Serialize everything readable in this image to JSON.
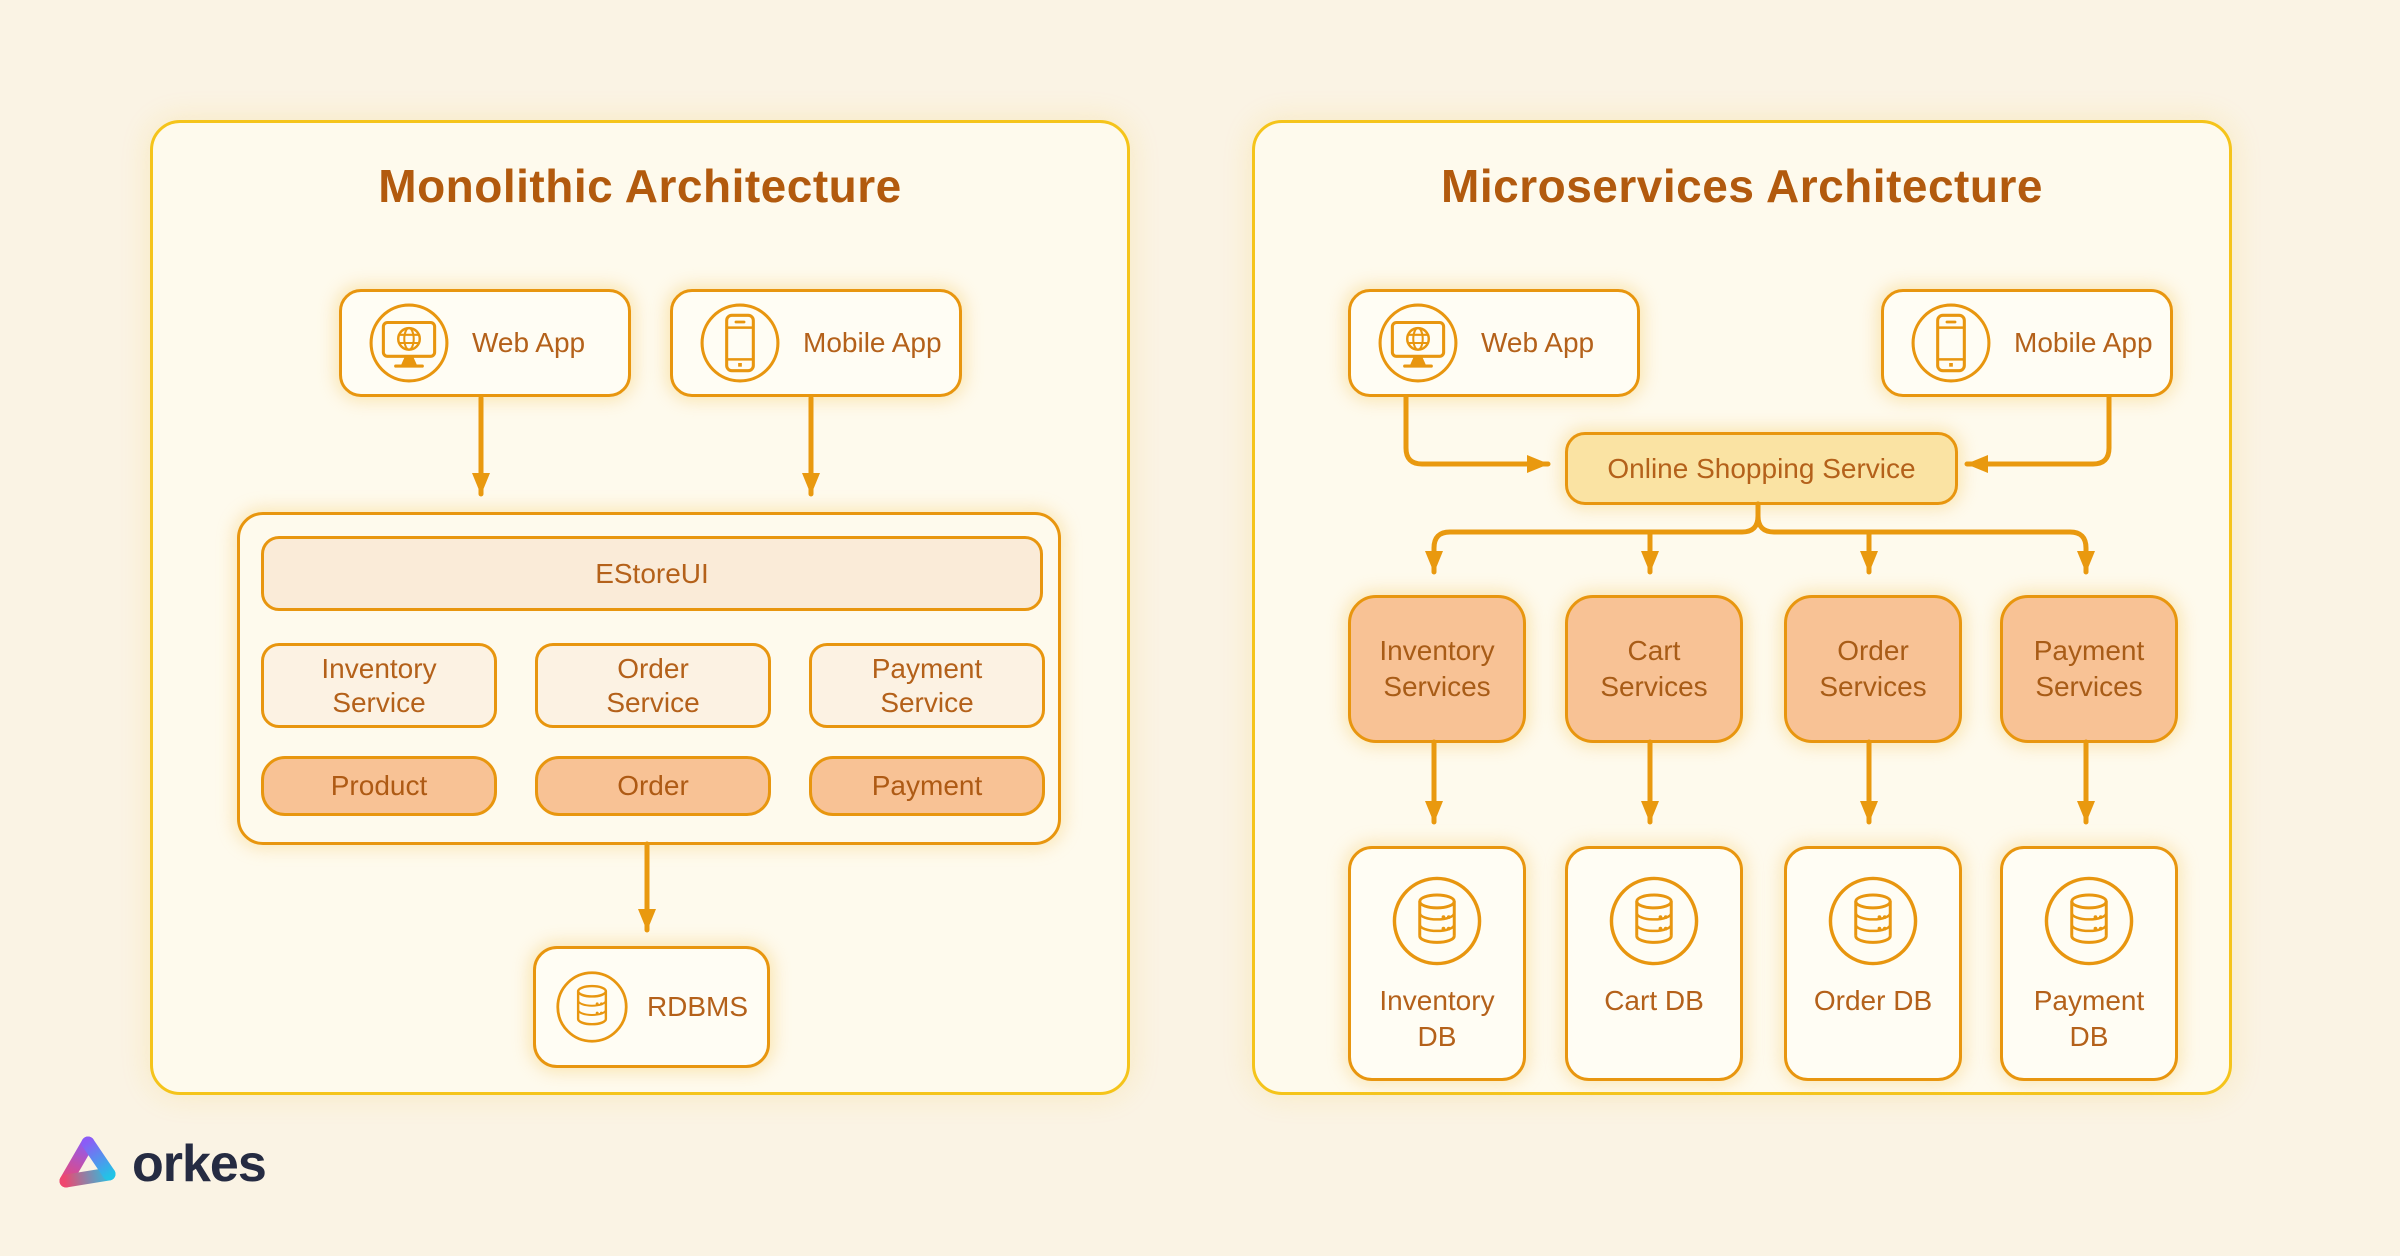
{
  "monolith": {
    "title": "Monolithic Architecture",
    "web_app": "Web App",
    "mobile_app": "Mobile App",
    "estore_ui": "EStoreUI",
    "services": [
      "Inventory Service",
      "Order Service",
      "Payment Service"
    ],
    "modules": [
      "Product",
      "Order",
      "Payment"
    ],
    "database": "RDBMS"
  },
  "microservices": {
    "title": "Microservices Architecture",
    "web_app": "Web App",
    "mobile_app": "Mobile App",
    "gateway": "Online Shopping Service",
    "services": [
      "Inventory Services",
      "Cart Services",
      "Order Services",
      "Payment Services"
    ],
    "databases": [
      "Inventory DB",
      "Cart DB",
      "Order DB",
      "Payment DB"
    ]
  },
  "footer": {
    "brand": "orkes"
  },
  "colors": {
    "background": "#FAF3E4",
    "panel_border": "#F5C41B",
    "node_border": "#E8960F",
    "arrow": "#E9990F",
    "peach_fill": "#F8C295",
    "yellow_fill": "#FAE3A3",
    "title_text": "#B25A0E",
    "node_text": "#B4611A",
    "brand_text": "#252B42",
    "brand_purple": "#8B5CF6",
    "brand_pink": "#EF476F",
    "brand_cyan": "#22C3E6"
  }
}
